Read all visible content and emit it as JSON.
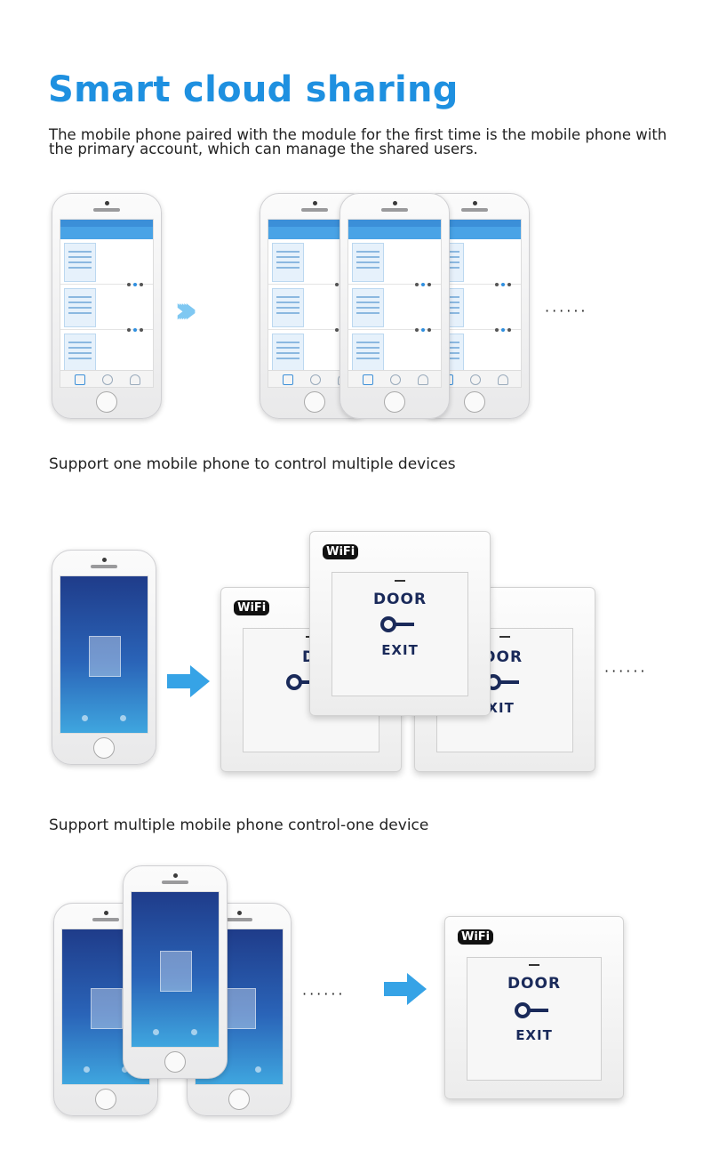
{
  "heading": "Smart cloud sharing",
  "intro": "The mobile phone paired with the module for the first time is the mobile phone with the primary account, which can manage the shared users.",
  "section_one_to_many": "Support one mobile phone to control multiple devices",
  "section_many_to_one": "Support multiple mobile phone control-one device",
  "ellipsis": "······",
  "panel": {
    "badge": "WiFi",
    "door": "DOOR",
    "exit": "EXIT"
  },
  "colors": {
    "heading": "#1e90e0",
    "arrow": "#36a3e6",
    "chevron": "#7fc8f2",
    "panel_text": "#1a2a5a"
  },
  "icons": [
    "chevron-arrows-icon",
    "right-arrow-icon",
    "key-icon",
    "wifi-badge-icon"
  ]
}
